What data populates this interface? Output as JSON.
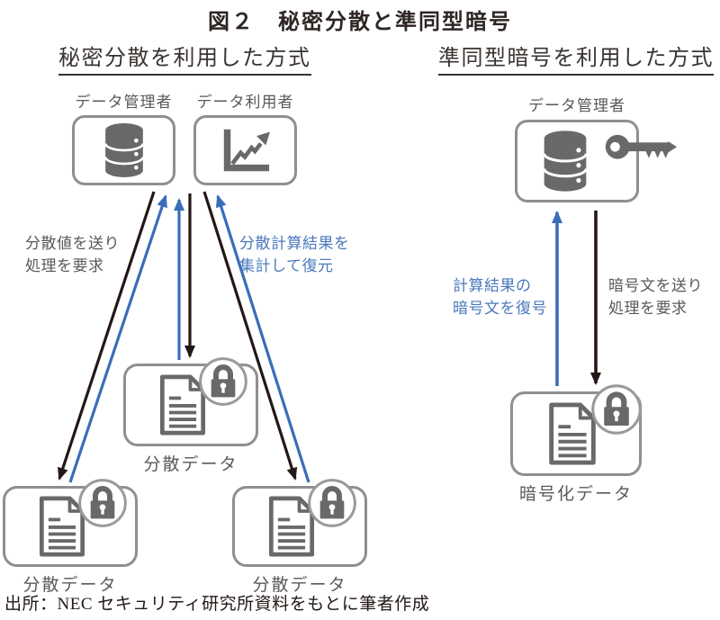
{
  "title": "図２　秘密分散と準同型暗号",
  "left": {
    "heading": "秘密分散を利用した方式",
    "manager_label": "データ管理者",
    "user_label": "データ利用者",
    "request_label": "分散値を送り\n処理を要求",
    "aggregate_label": "分散計算結果を\n集計して復元",
    "share_labels": [
      "分散データ",
      "分散データ",
      "分散データ"
    ]
  },
  "right": {
    "heading": "準同型暗号を利用した方式",
    "manager_label": "データ管理者",
    "decrypt_label": "計算結果の\n暗号文を復号",
    "request_label": "暗号文を送り\n処理を要求",
    "encrypted_label": "暗号化データ"
  },
  "source": "出所：NEC セキュリティ研究所資料をもとに筆者作成",
  "icons": {
    "database": "database-icon",
    "chart": "line-chart-icon",
    "document": "document-icon",
    "lock": "padlock-icon",
    "key": "key-icon"
  },
  "colors": {
    "arrow_black": "#231815",
    "arrow_blue": "#3a6db9",
    "text_blue": "#4a78bd",
    "icon_gray": "#696969",
    "box_border": "#8f8f8f",
    "text_gray": "#595959"
  }
}
